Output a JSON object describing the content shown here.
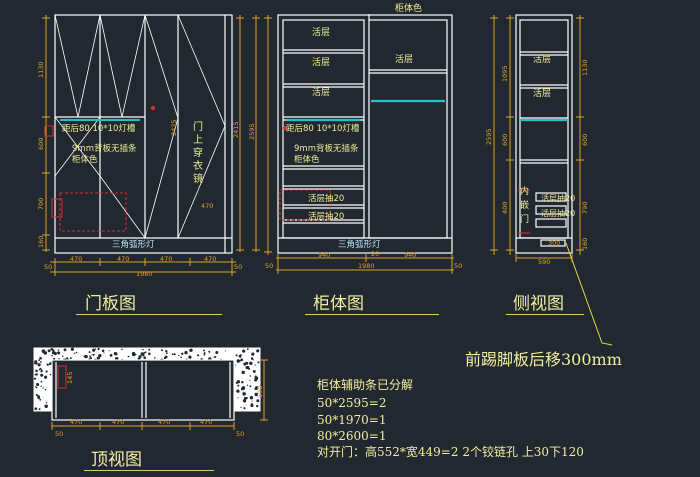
{
  "colors": {
    "background": "#212830",
    "panel_line": "#ffffff",
    "dimension": "#e0a226",
    "label_yellow": "#f0ec96",
    "light_blue": "#b9e3f6",
    "cyan_rail": "#24c2c9",
    "red_marker": "#d83030"
  },
  "views": {
    "door": {
      "title": "门板图",
      "labels": {
        "rail_spec": "距后80   10*10灯槽",
        "backboard": "9mm背板无插条",
        "body_color": "柜体色",
        "mirror_1": "门",
        "mirror_2": "上",
        "mirror_3": "穿",
        "mirror_4": "衣",
        "mirror_5": "镜",
        "light": "三角弧形灯"
      },
      "dims": {
        "h_1130": "1130",
        "h_600": "600",
        "h_700": "700",
        "h_160": "160",
        "h_2425": "2425",
        "h_2595": "2595",
        "h_2415": "2415",
        "w_470": "470",
        "w_50": "50",
        "w_1980": "1980",
        "top_470": "470"
      }
    },
    "cabinet": {
      "title": "柜体图",
      "labels": {
        "top_color": "柜体色",
        "shelf": "活层",
        "rail_spec": "距后80   10*10灯槽",
        "backboard": "9mm背板无插条",
        "body_color": "柜体色",
        "drawer_1": "活层抽20",
        "drawer_2": "活层抽20",
        "light": "三角弧形灯"
      },
      "dims": {
        "w_940": "940",
        "w_1980": "1980",
        "w_50": "50",
        "w_20": "20"
      }
    },
    "side": {
      "title": "侧视图",
      "labels": {
        "shelf": "活层",
        "inner_door_1": "内",
        "inner_door_2": "嵌",
        "inner_door_3": "门",
        "drawer": "活层抽20"
      },
      "dims": {
        "h_1095": "1095",
        "h_600": "600",
        "h_400": "400",
        "h_160": "160",
        "h_2595": "2595",
        "w_590": "590",
        "w_300": "300",
        "h_790": "790",
        "h_1130": "1130"
      }
    },
    "top": {
      "title": "顶视图",
      "dims": {
        "w_470": "470",
        "w_50": "50",
        "h_590": "590",
        "h_145": "145"
      }
    }
  },
  "annotation_offset": "前踢脚板后移300mm",
  "notes": {
    "heading": "柜体辅助条已分解",
    "line1": "50*2595=2",
    "line2": "50*1970=1",
    "line3": "80*2600=1",
    "line4": "对开门：高552*宽449=2    2个铰链孔  上30下120"
  }
}
